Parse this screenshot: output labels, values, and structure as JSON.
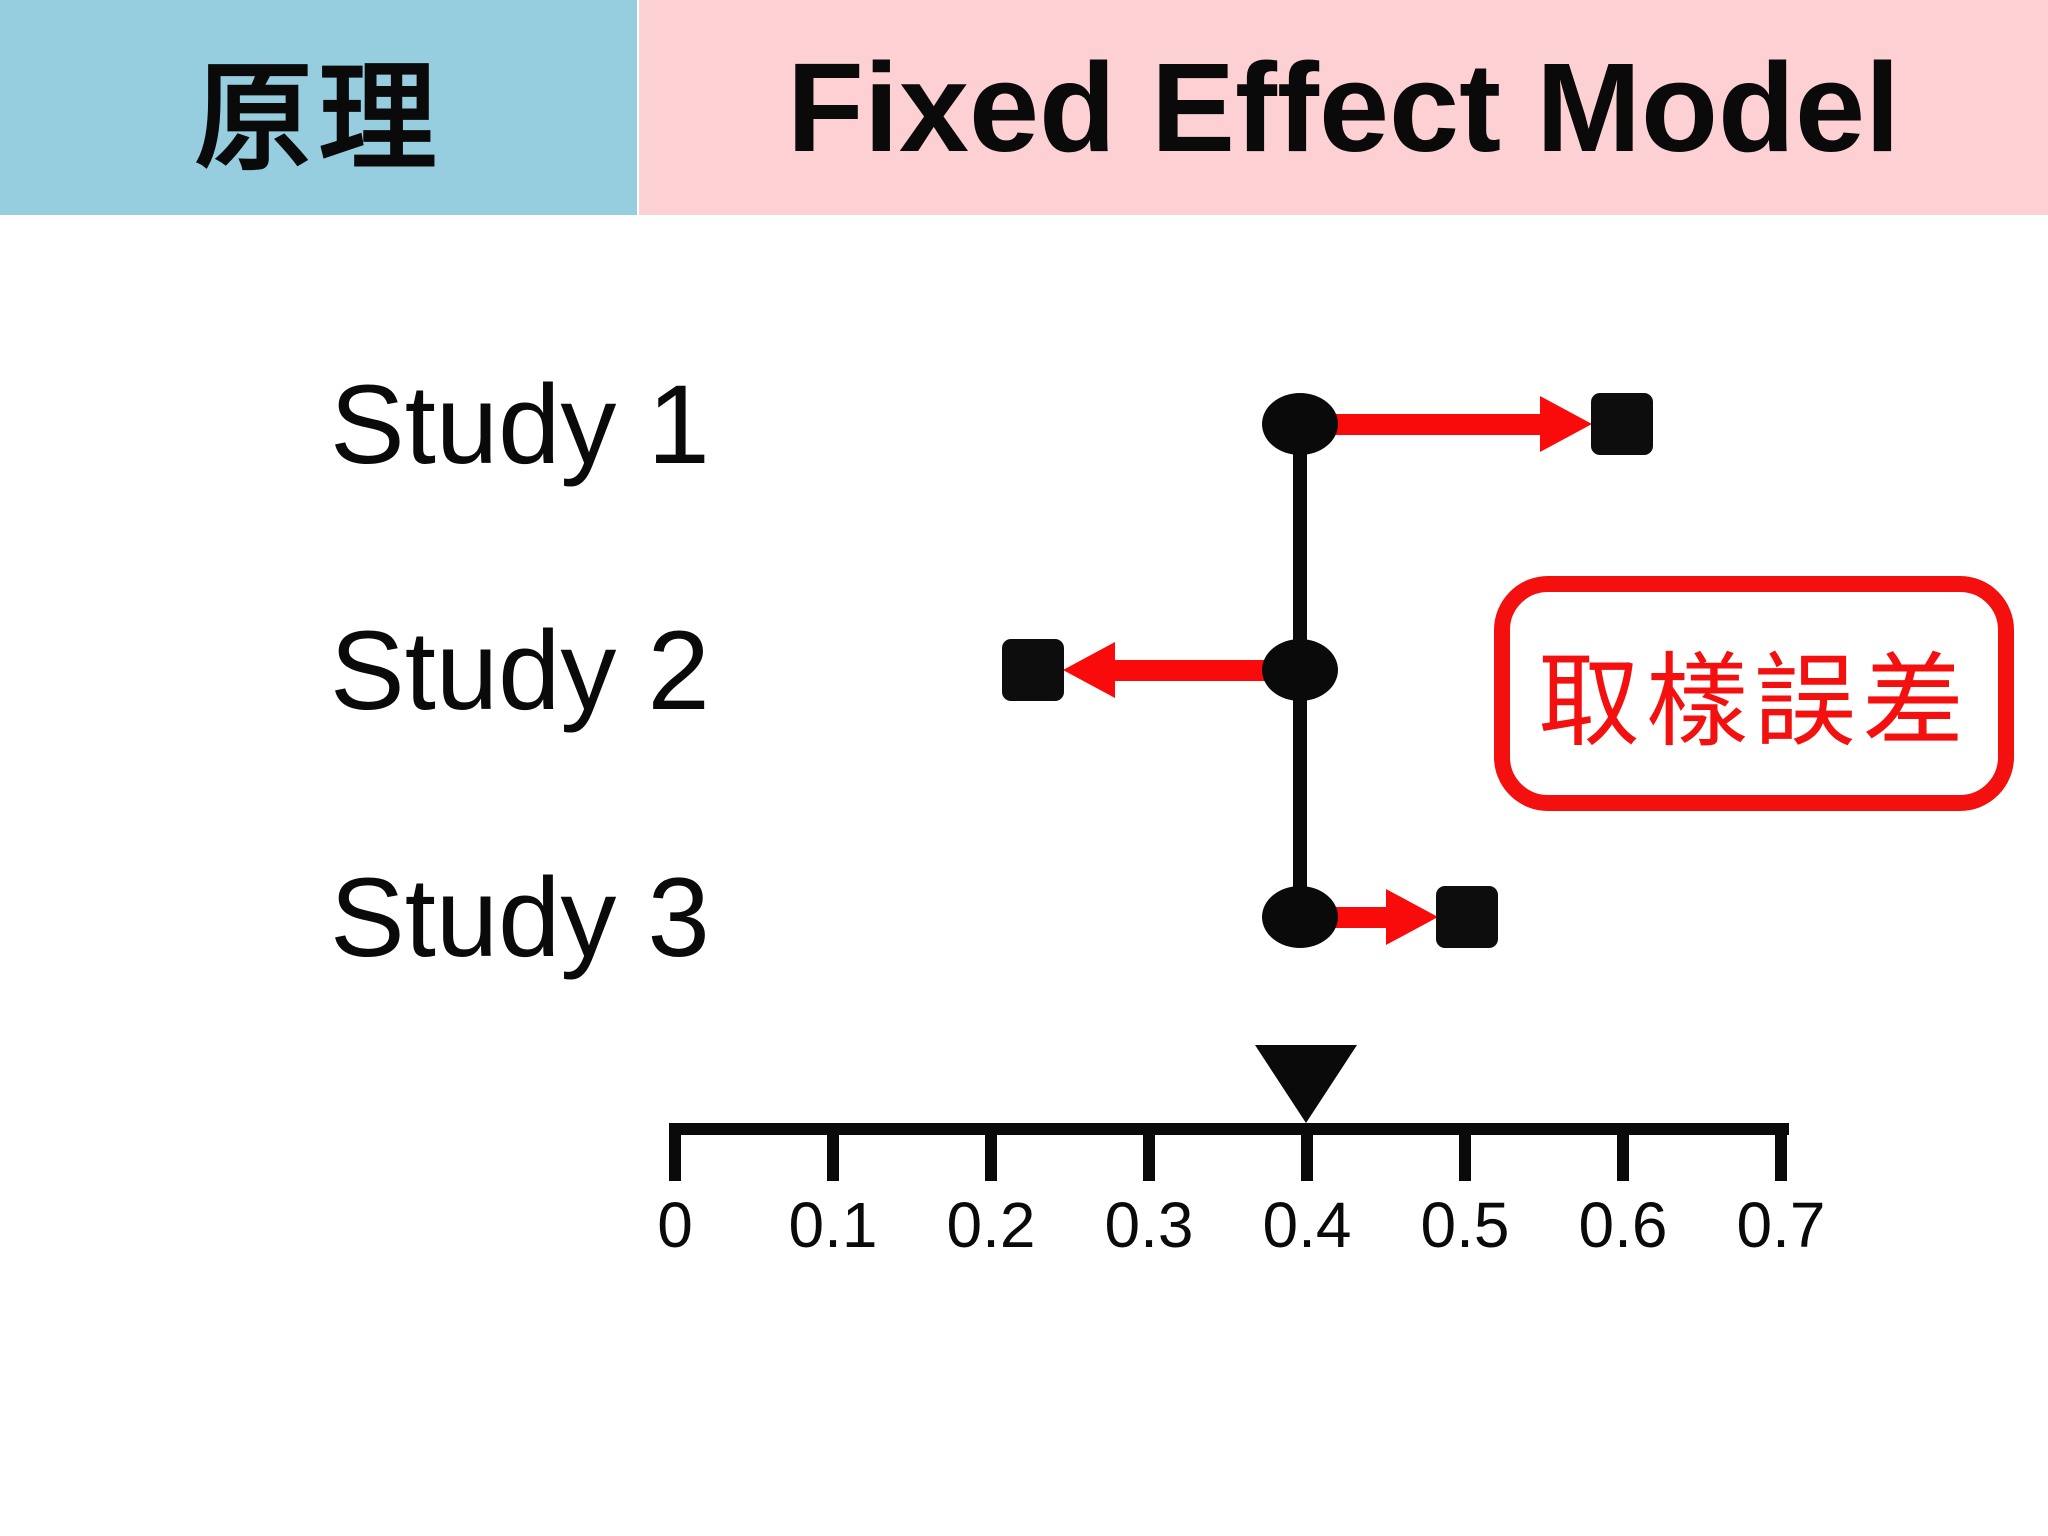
{
  "header": {
    "badge": "原理",
    "title": "Fixed Effect Model",
    "badge_bg": "#97CEDF",
    "title_bg": "#FDD0D4"
  },
  "annotation": {
    "label": "取樣誤差",
    "color": "#F3100F"
  },
  "chart_data": {
    "type": "scatter",
    "subtype": "forest-plot-illustration",
    "title": "Fixed Effect Model",
    "studies": [
      {
        "label": "Study 1",
        "true_effect": 0.4,
        "observed_effect": 0.6,
        "sampling_error_arrow": "right"
      },
      {
        "label": "Study 2",
        "true_effect": 0.4,
        "observed_effect": 0.23,
        "sampling_error_arrow": "left"
      },
      {
        "label": "Study 3",
        "true_effect": 0.4,
        "observed_effect": 0.5,
        "sampling_error_arrow": "right"
      }
    ],
    "summary": {
      "marker": "triangle-down",
      "value": 0.4
    },
    "axis": {
      "min": 0,
      "max": 0.7,
      "step": 0.1,
      "tick_labels": [
        "0",
        "0.1",
        "0.2",
        "0.3",
        "0.4",
        "0.5",
        "0.6",
        "0.7"
      ]
    },
    "legend_annotation": "取樣誤差 (sampling error)",
    "colors": {
      "marker": "#0A0A0A",
      "arrow": "#F90B0B",
      "callout": "#F3100F"
    },
    "grid": false
  }
}
